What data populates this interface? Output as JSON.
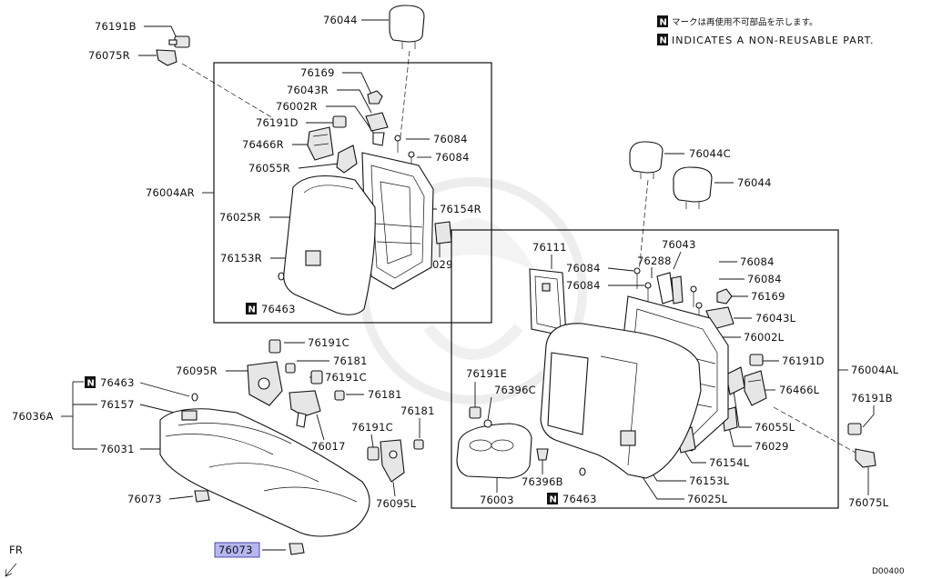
{
  "notes": {
    "badge": "N",
    "note_jp": "マークは再使用不可部品を示します。",
    "note_en": "INDICATES A NON-REUSABLE PART."
  },
  "labels": {
    "p76191B_top": "76191B",
    "p76075R": "76075R",
    "p76044_top": "76044",
    "p76169_r": "76169",
    "p76043R": "76043R",
    "p76002R": "76002R",
    "p76191D_r": "76191D",
    "p76466R": "76466R",
    "p76055R": "76055R",
    "p76004AR": "76004AR",
    "p76025R": "76025R",
    "p76153R": "76153R",
    "p76463_r": "76463",
    "p76084_r1": "76084",
    "p76084_r2": "76084",
    "p76154R": "76154R",
    "p76029_r": "76029",
    "p76044C": "76044C",
    "p76044_right": "76044",
    "p76111": "76111",
    "p76043": "76043",
    "p76084_l1": "76084",
    "p76288": "76288",
    "p76084_l2": "76084",
    "p76084_l3": "76084",
    "p76084_l4": "76084",
    "p76169_l": "76169",
    "p76043L": "76043L",
    "p76002L": "76002L",
    "p76191D_l": "76191D",
    "p76004AL": "76004AL",
    "p76466L": "76466L",
    "p76055L": "76055L",
    "p76029_l": "76029",
    "p76154L": "76154L",
    "p76153L": "76153L",
    "p76025L": "76025L",
    "p76191E": "76191E",
    "p76396C": "76396C",
    "p76003": "76003",
    "p76396B": "76396B",
    "p76463_l": "76463",
    "p76191B_right": "76191B",
    "p76075L": "76075L",
    "p76191C_1": "76191C",
    "p76181_1": "76181",
    "p76095R": "76095R",
    "p76191C_2": "76191C",
    "p76181_2": "76181",
    "p76017": "76017",
    "p76191C_3": "76191C",
    "p76181_3": "76181",
    "p76095L": "76095L",
    "p76463_c": "76463",
    "p76157": "76157",
    "p76036A": "76036A",
    "p76031": "76031",
    "p76073_1": "76073",
    "p76073_2": "76073",
    "fr": "FR",
    "code": "D00400"
  },
  "colors": {
    "highlight": "#b6b6f0",
    "highlight_border": "#2a2a9a",
    "watermark": "#f1f1f1"
  }
}
